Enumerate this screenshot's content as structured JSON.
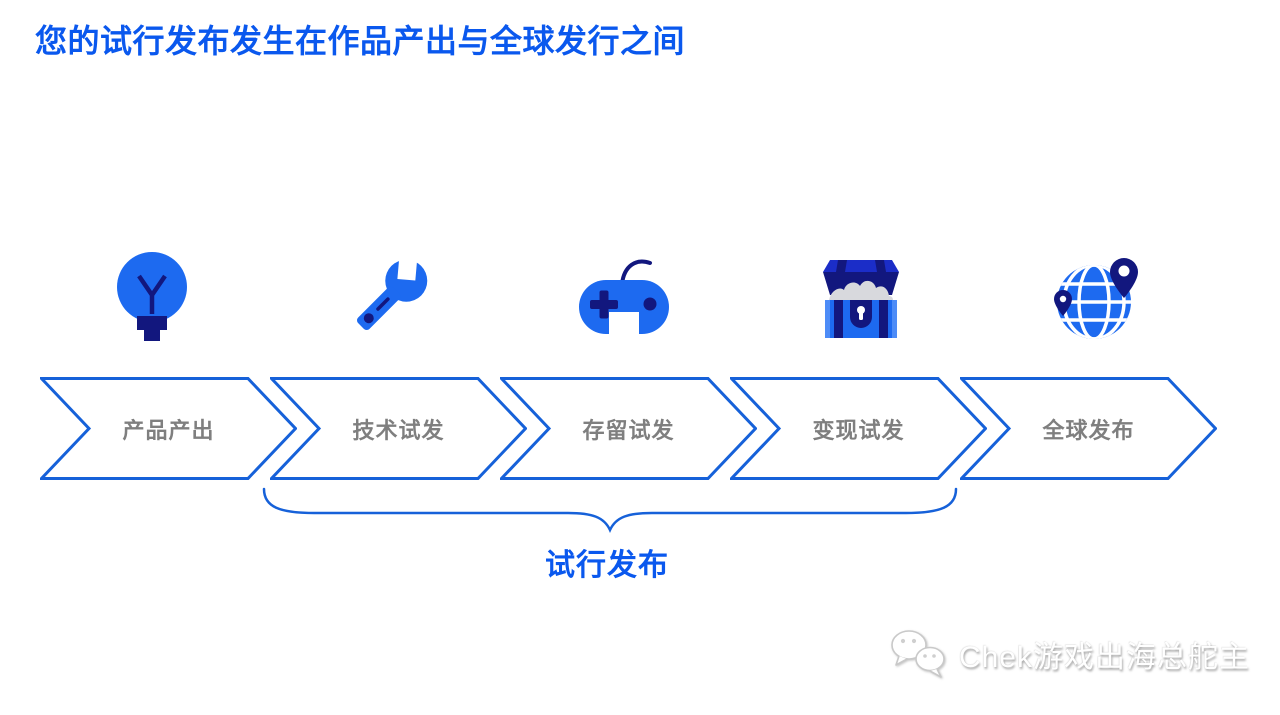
{
  "title": "您的试行发布发生在作品产出与全球发行之间",
  "colors": {
    "primary_blue": "#0a58ee",
    "chevron_stroke": "#1661d9",
    "icon_blue": "#1d6af0",
    "icon_navy": "#12177e",
    "royal_blue": "#1b2dc8",
    "light_blue": "#4d8cf7",
    "treasure_gray": "#d8d9dd",
    "stage_gray": "#7f7f7f"
  },
  "flow": {
    "stages": [
      {
        "label": "产品产出",
        "icon": "lightbulb-icon"
      },
      {
        "label": "技术试发",
        "icon": "wrench-icon"
      },
      {
        "label": "存留试发",
        "icon": "game-controller-icon"
      },
      {
        "label": "变现试发",
        "icon": "treasure-chest-icon"
      },
      {
        "label": "全球发布",
        "icon": "globe-pins-icon"
      }
    ],
    "brace_label": "试行发布"
  },
  "watermark": {
    "icon": "wechat-icon",
    "text": "Chek游戏出海总舵主"
  }
}
